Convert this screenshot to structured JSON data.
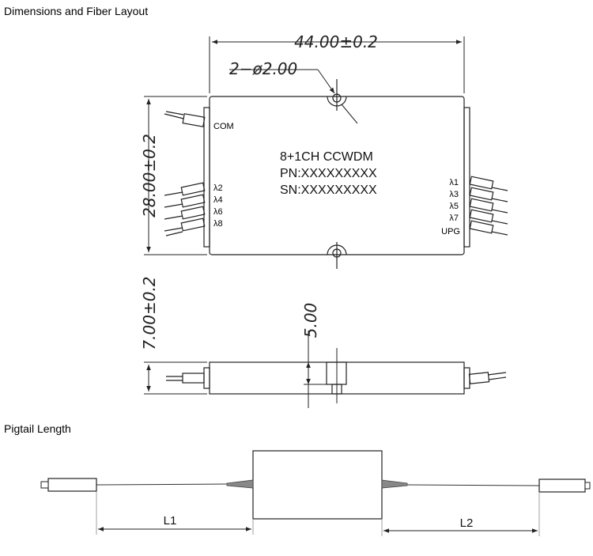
{
  "sections": {
    "fiber_layout_title": "Dimensions and Fiber Layout",
    "pigtail_title": "Pigtail Length"
  },
  "dimensions": {
    "width": "44.00±0.2",
    "hole": "2−ø2.00",
    "height": "28.00±0.2",
    "thickness": "7.00±0.2",
    "hole_offset": "5.00"
  },
  "label": {
    "line1": "8+1CH CCWDM",
    "line2": "PN:XXXXXXXXX",
    "line3": "SN:XXXXXXXXX"
  },
  "ports": {
    "com": "COM",
    "left": [
      "λ2",
      "λ4",
      "λ6",
      "λ8"
    ],
    "right": [
      "λ1",
      "λ3",
      "λ5",
      "λ7",
      "UPG"
    ]
  },
  "pigtail": {
    "l1": "L1",
    "l2": "L2"
  }
}
